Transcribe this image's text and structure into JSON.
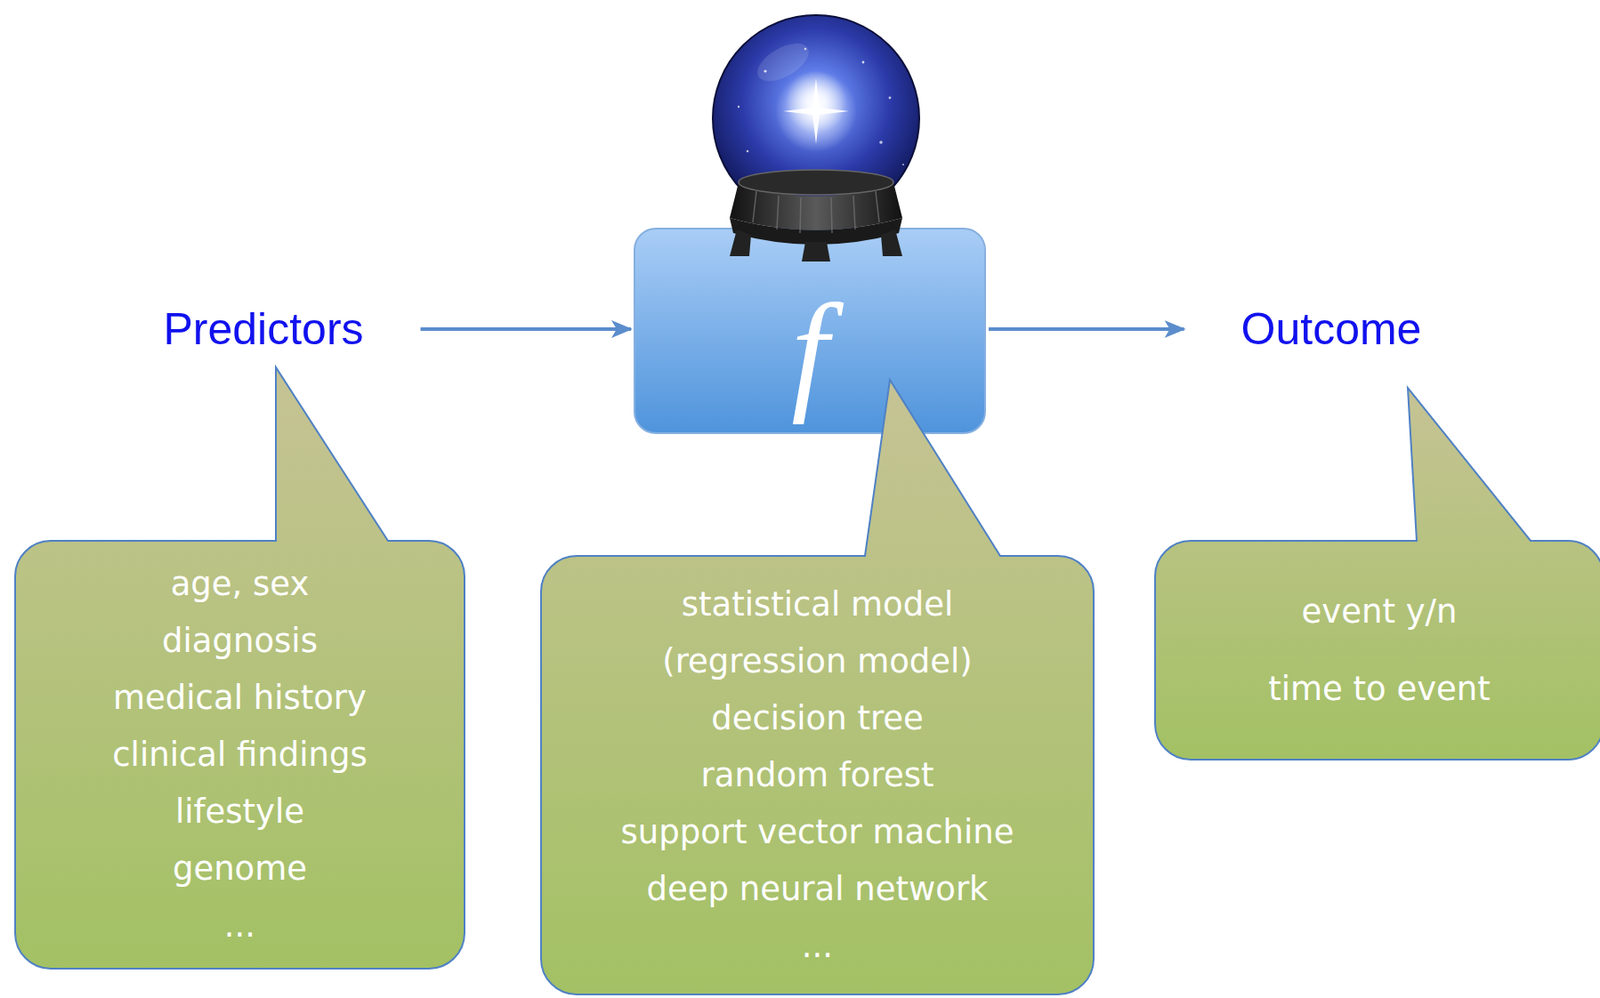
{
  "diagram": {
    "nodes": [
      {
        "text": [
          "Predictors"
        ]
      },
      {
        "text": [
          "f"
        ]
      },
      {
        "text": [
          "Outcome"
        ]
      },
      {
        "text": [
          "age, sex",
          "diagnosis",
          "medical history",
          "clinical findings",
          "lifestyle",
          "genome",
          "..."
        ]
      },
      {
        "text": [
          "statistical model",
          "(regression model)",
          "decision tree",
          "random forest",
          "support vector machine",
          "deep neural network",
          "..."
        ]
      },
      {
        "text": [
          "event y/n",
          "time to event"
        ]
      }
    ],
    "edges": [
      {
        "from": 0,
        "to": 1,
        "arrow": "to"
      },
      {
        "from": 1,
        "to": 2,
        "arrow": "to"
      }
    ]
  }
}
